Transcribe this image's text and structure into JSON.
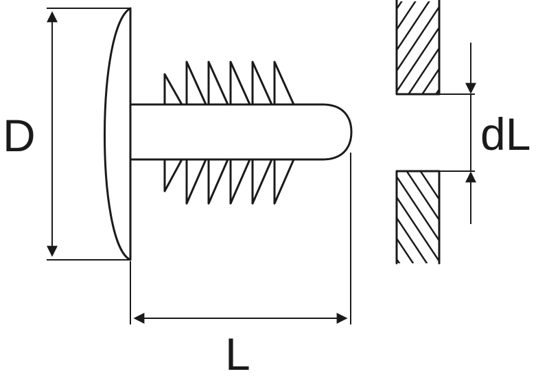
{
  "labels": {
    "diameter": "D",
    "length": "L",
    "panel_thickness": "dL"
  },
  "colors": {
    "line": "#1a1a1a",
    "background": "#ffffff"
  }
}
